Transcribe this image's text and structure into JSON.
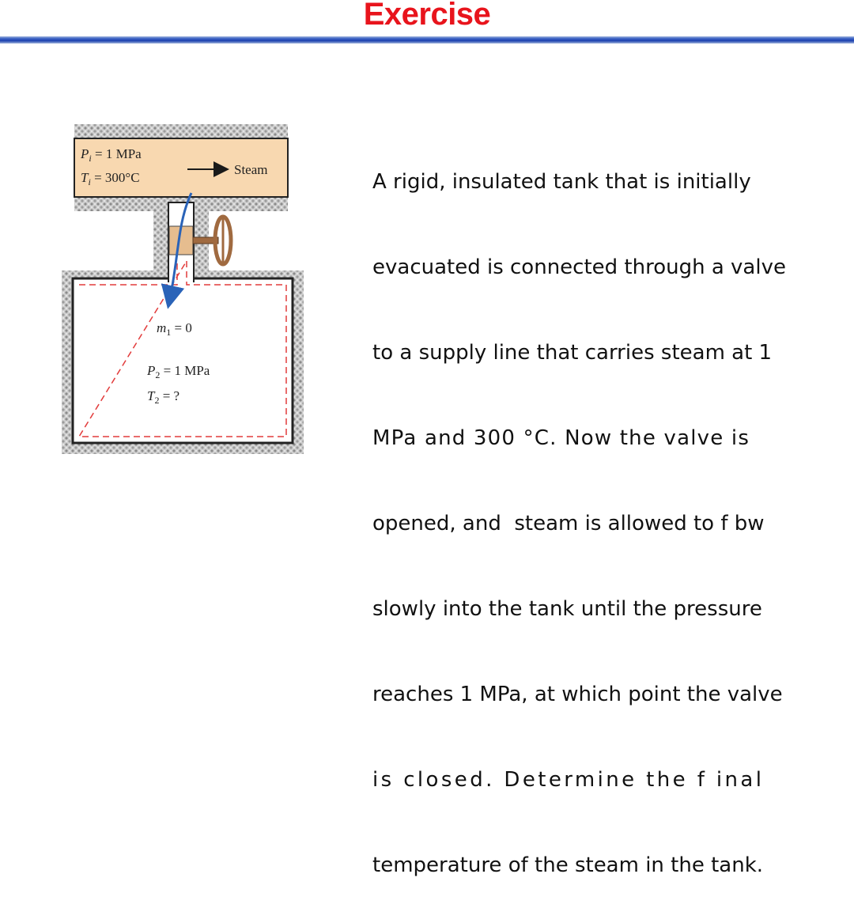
{
  "header": {
    "title": "Exercise"
  },
  "figure": {
    "supply_pressure": "P",
    "supply_pressure_sub": "i",
    "supply_pressure_val": " = 1 MPa",
    "supply_temp": "T",
    "supply_temp_sub": "i",
    "supply_temp_val": " = 300°C",
    "steam_label": "Steam",
    "mass1": "m",
    "mass1_sub": "1",
    "mass1_val": " = 0",
    "p2": "P",
    "p2_sub": "2",
    "p2_val": " = 1 MPa",
    "t2": "T",
    "t2_sub": "2",
    "t2_val": " = ?",
    "colors": {
      "pipe_fill": "#f8d8b0",
      "valve": "#a06a40",
      "arrow": "#2a63b8",
      "dash": "#e23b3b"
    }
  },
  "problem": {
    "lines": [
      "A rigid, insulated tank that is initially",
      "evacuated is connected through a valve",
      "to a supply line that carries steam at 1",
      "MPa and 300 °C. Now the valve is",
      "opened, and  steam is allowed to f bw",
      "slowly into the tank until the pressure",
      "reaches 1 MPa, at which point the valve",
      "is closed. Determine the f inal",
      "temperature of the steam in the tank."
    ]
  }
}
